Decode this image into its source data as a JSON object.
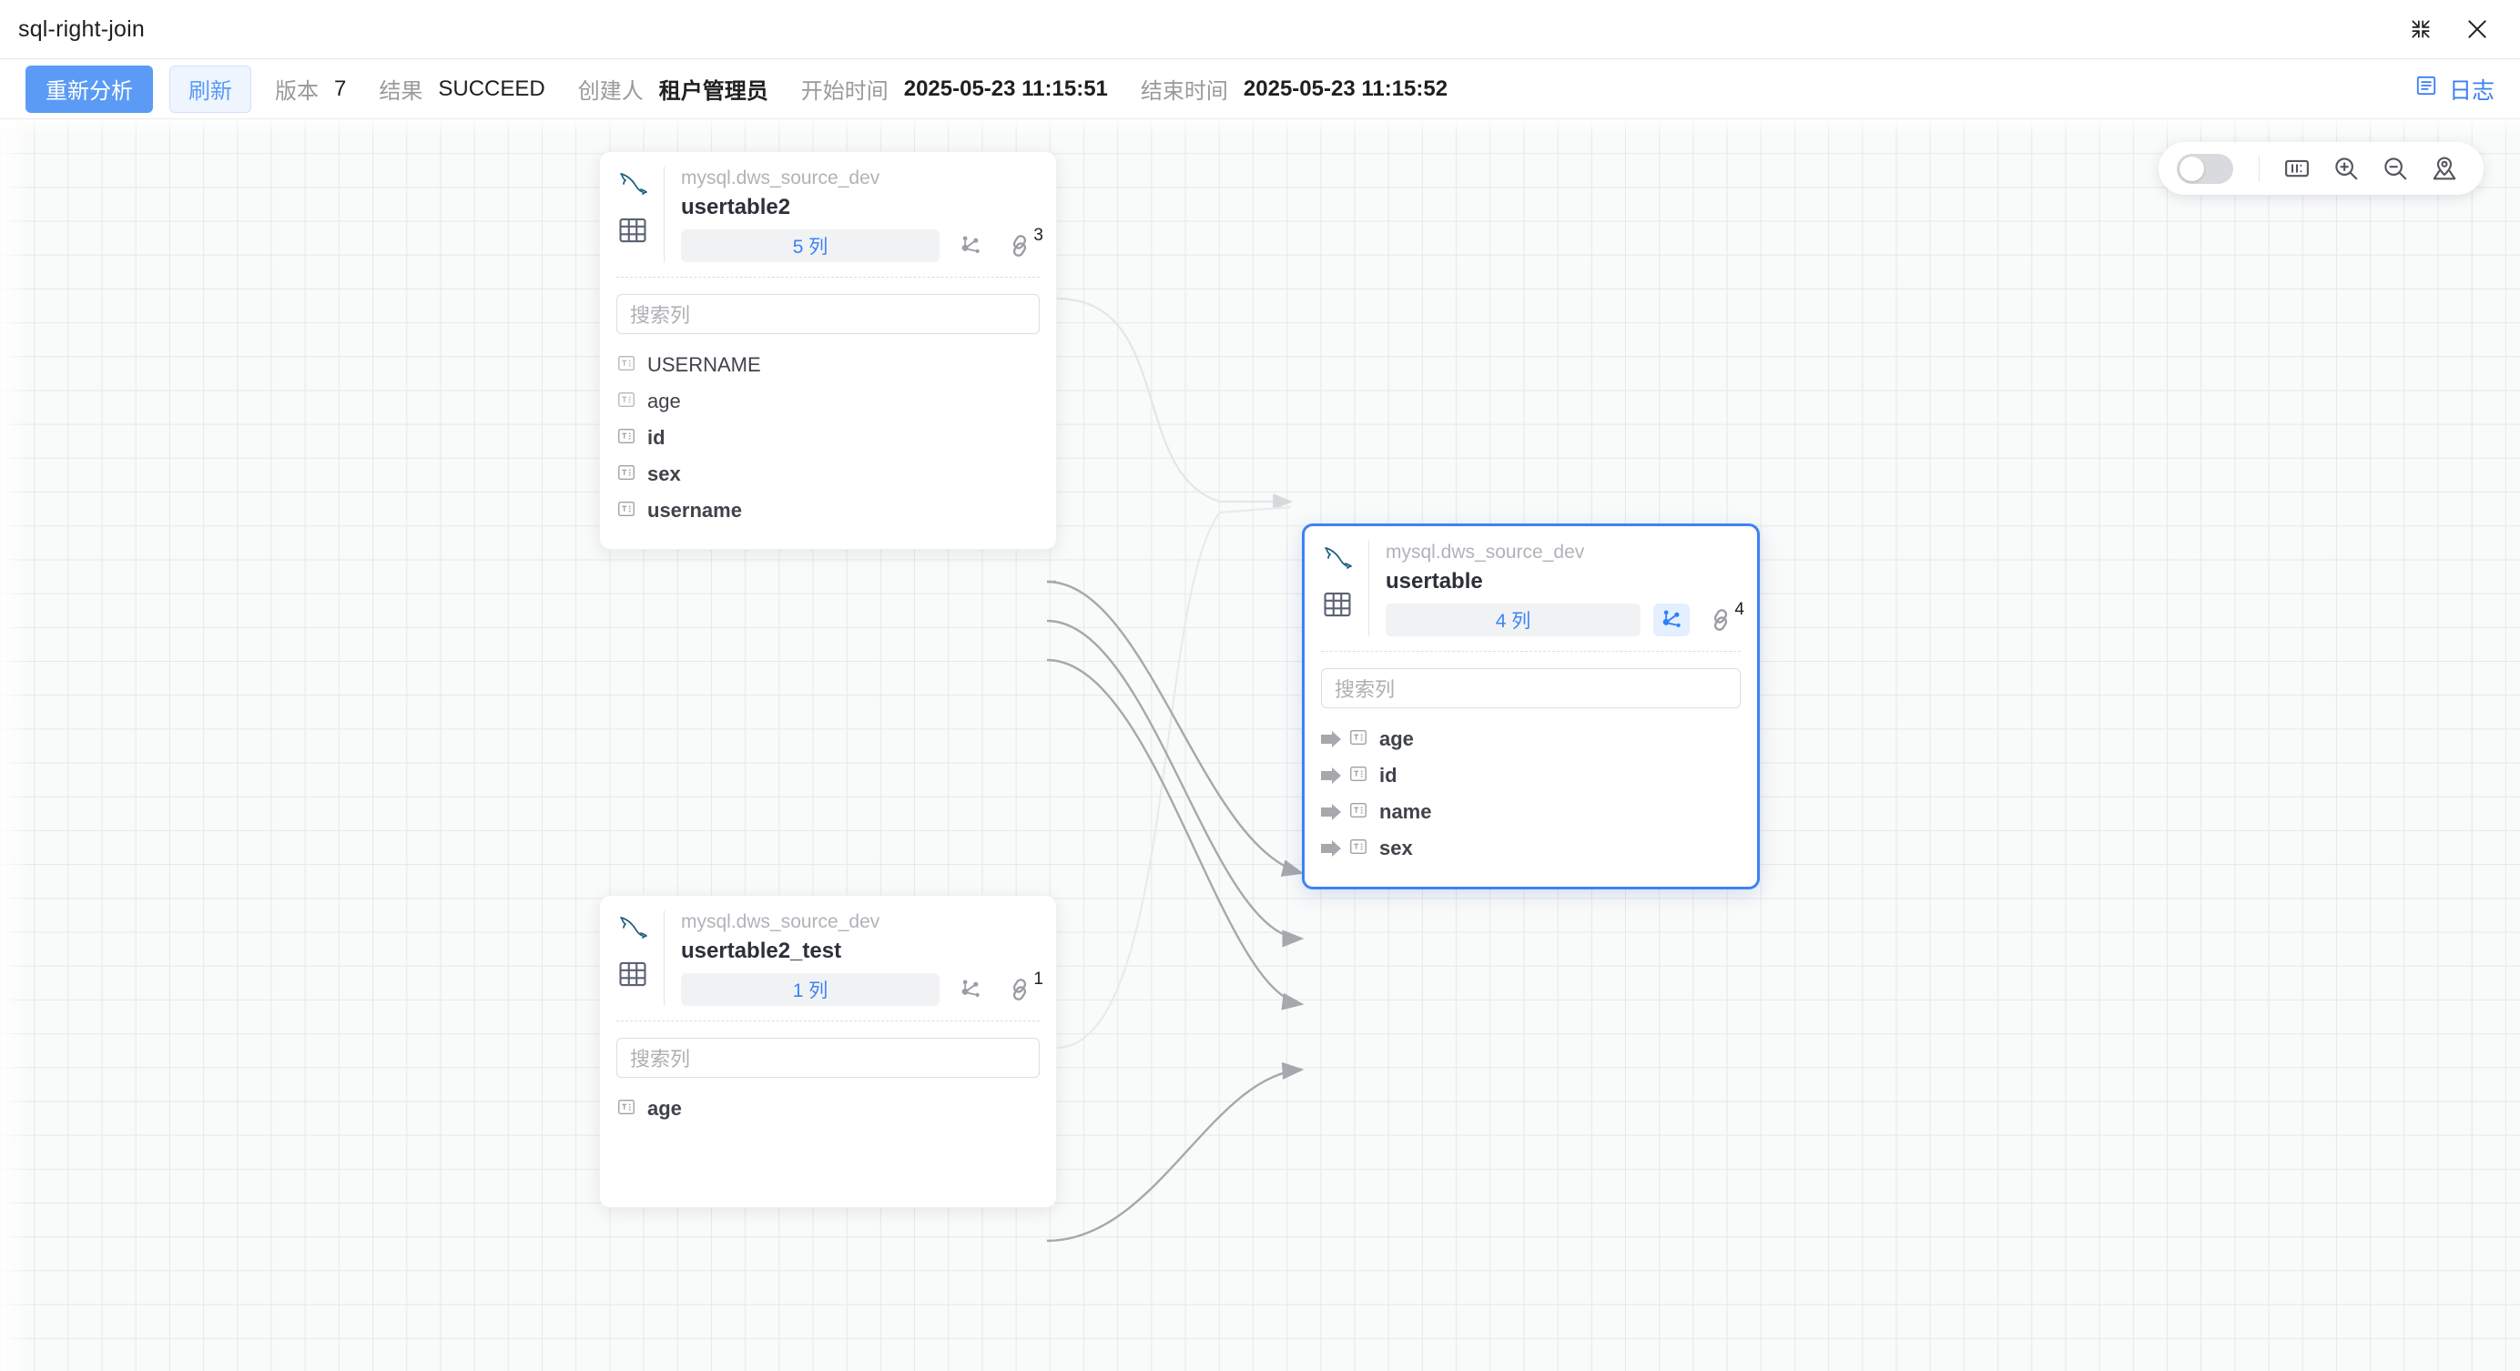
{
  "window": {
    "title": "sql-right-join",
    "collapse_icon": "collapse-arrows-icon",
    "close_icon": "close-icon"
  },
  "toolbar": {
    "reanalyze_label": "重新分析",
    "refresh_label": "刷新",
    "version_label": "版本",
    "version_value": "7",
    "result_label": "结果",
    "result_value": "SUCCEED",
    "creator_label": "创建人",
    "creator_value": "租户管理员",
    "start_time_label": "开始时间",
    "start_time_value": "2025-05-23 11:15:51",
    "end_time_label": "结束时间",
    "end_time_value": "2025-05-23 11:15:52",
    "log_label": "日志",
    "log_icon": "document-lines-icon"
  },
  "controls": {
    "toggle_state": "off",
    "toggle_name": "minimap-toggle",
    "fit_icon": "fit-to-screen-icon",
    "zoom_in_icon": "zoom-in-icon",
    "zoom_out_icon": "zoom-out-icon",
    "locate_icon": "map-pin-locate-icon"
  },
  "canvas": {
    "search_placeholder": "搜索列",
    "db_icon": "mysql-dolphin-icon",
    "table_icon": "table-grid-icon",
    "lineage_icon": "lineage-graph-icon",
    "link_icon": "chain-link-icon",
    "accent_color": "#3d82f5",
    "edge_color": "#a6a8ad"
  },
  "nodes": [
    {
      "id": "usertable2",
      "schema": "mysql.dws_source_dev",
      "name": "usertable2",
      "column_count_label": "5 列",
      "link_count": "3",
      "selected": false,
      "lineage_active": false,
      "columns": [
        {
          "name": "USERNAME",
          "linked": false,
          "has_inbound_arrow": false
        },
        {
          "name": "age",
          "linked": false,
          "has_inbound_arrow": false
        },
        {
          "name": "id",
          "linked": true,
          "has_inbound_arrow": false
        },
        {
          "name": "sex",
          "linked": true,
          "has_inbound_arrow": false
        },
        {
          "name": "username",
          "linked": true,
          "has_inbound_arrow": false
        }
      ]
    },
    {
      "id": "usertable",
      "schema": "mysql.dws_source_dev",
      "name": "usertable",
      "column_count_label": "4 列",
      "link_count": "4",
      "selected": true,
      "lineage_active": true,
      "columns": [
        {
          "name": "age",
          "linked": true,
          "has_inbound_arrow": true
        },
        {
          "name": "id",
          "linked": true,
          "has_inbound_arrow": true
        },
        {
          "name": "name",
          "linked": true,
          "has_inbound_arrow": true
        },
        {
          "name": "sex",
          "linked": true,
          "has_inbound_arrow": true
        }
      ]
    },
    {
      "id": "usertable2_test",
      "schema": "mysql.dws_source_dev",
      "name": "usertable2_test",
      "column_count_label": "1 列",
      "link_count": "1",
      "selected": false,
      "lineage_active": false,
      "columns": [
        {
          "name": "age",
          "linked": true,
          "has_inbound_arrow": false
        }
      ]
    }
  ]
}
